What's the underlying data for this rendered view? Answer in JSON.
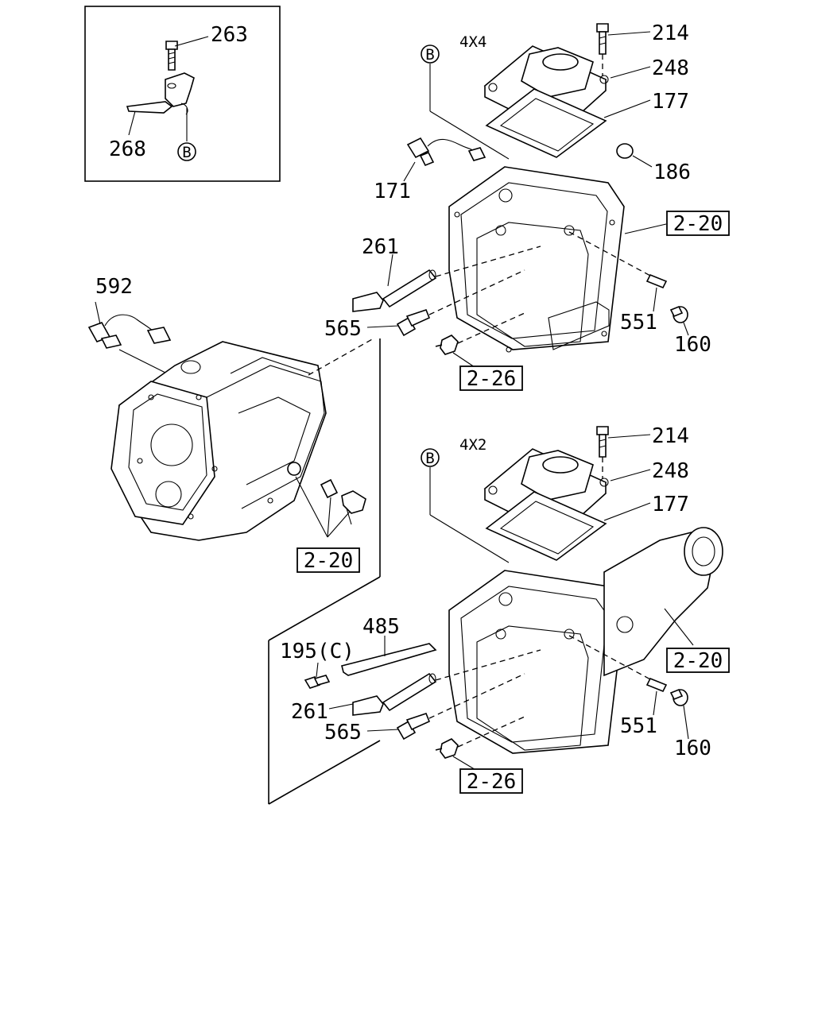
{
  "detail_inset": {
    "labels": [
      "263",
      "268"
    ],
    "circled_ref": "B"
  },
  "upper_assembly": {
    "variant": "4X4",
    "circled_ref": "B",
    "parts": [
      "214",
      "248",
      "177",
      "186",
      "171",
      "261",
      "565",
      "551",
      "160"
    ],
    "ref_boxes": [
      "2-20",
      "2-26"
    ]
  },
  "front_case": {
    "parts": [
      "592"
    ],
    "ref_box": "2-20"
  },
  "lower_assembly": {
    "variant": "4X2",
    "circled_ref": "B",
    "parts": [
      "214",
      "248",
      "177",
      "485",
      "195(C)",
      "261",
      "565",
      "551",
      "160"
    ],
    "ref_boxes": [
      "2-20",
      "2-26"
    ]
  }
}
